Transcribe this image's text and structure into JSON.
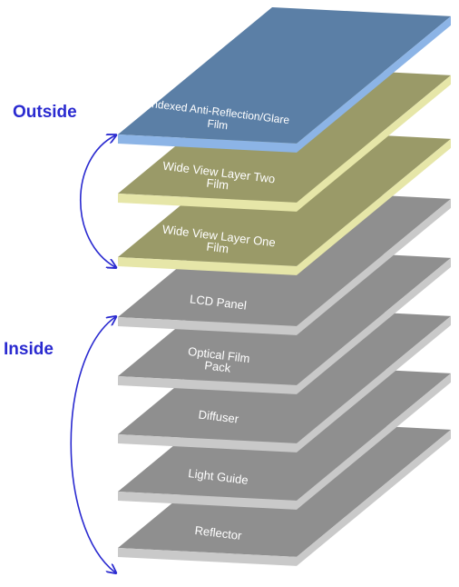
{
  "labels": {
    "outside": "Outside",
    "inside": "Inside"
  },
  "label_color": "#2a2ad0",
  "arrow_color": "#2a2ad0",
  "layers": [
    {
      "id": "anti-reflection-film",
      "lines": [
        "Indexed Anti-Reflection/Glare",
        "Film"
      ],
      "top_color": "#5b7fa6",
      "front_color": "#8cb4e6",
      "side_color": "#8cb4e6",
      "text_color": "#ffffff"
    },
    {
      "id": "wide-view-layer-two",
      "lines": [
        "Wide View Layer Two",
        "Film"
      ],
      "top_color": "#9a9a68",
      "front_color": "#e6e6a8",
      "side_color": "#e6e6a8",
      "text_color": "#ffffff"
    },
    {
      "id": "wide-view-layer-one",
      "lines": [
        "Wide View Layer One",
        "Film"
      ],
      "top_color": "#9a9a68",
      "front_color": "#e6e6a8",
      "side_color": "#e6e6a8",
      "text_color": "#ffffff"
    },
    {
      "id": "lcd-panel",
      "lines": [
        "LCD Panel"
      ],
      "top_color": "#8f8f8f",
      "front_color": "#c9c9c9",
      "side_color": "#c9c9c9",
      "text_color": "#ffffff"
    },
    {
      "id": "optical-film-pack",
      "lines": [
        "Optical Film",
        "Pack"
      ],
      "top_color": "#8f8f8f",
      "front_color": "#c9c9c9",
      "side_color": "#c9c9c9",
      "text_color": "#ffffff"
    },
    {
      "id": "diffuser",
      "lines": [
        "Diffuser"
      ],
      "top_color": "#8f8f8f",
      "front_color": "#c9c9c9",
      "side_color": "#c9c9c9",
      "text_color": "#ffffff"
    },
    {
      "id": "light-guide",
      "lines": [
        "Light Guide"
      ],
      "top_color": "#8f8f8f",
      "front_color": "#c9c9c9",
      "side_color": "#c9c9c9",
      "text_color": "#ffffff"
    },
    {
      "id": "reflector",
      "lines": [
        "Reflector"
      ],
      "top_color": "#8f8f8f",
      "front_color": "#c9c9c9",
      "side_color": "#c9c9c9",
      "text_color": "#ffffff"
    }
  ]
}
